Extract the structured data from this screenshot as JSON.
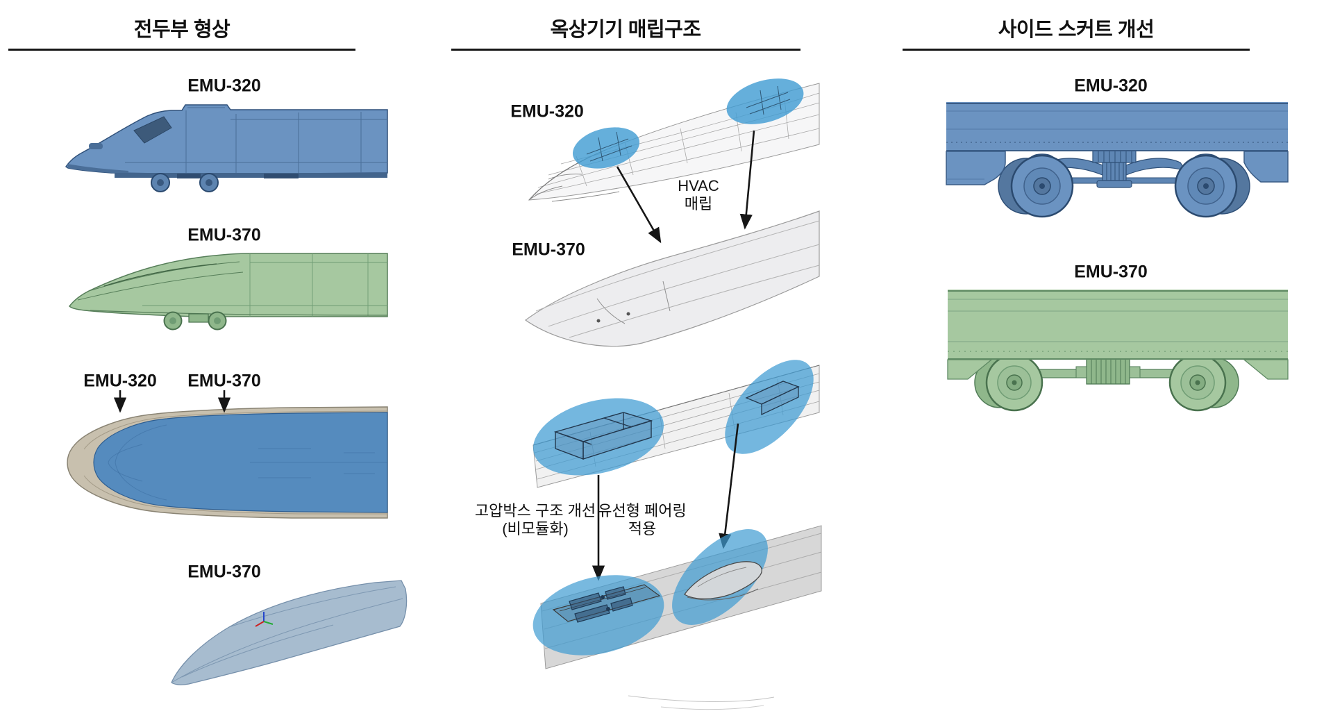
{
  "header": {
    "col1": "전두부 형상",
    "col2": "옥상기기 매립구조",
    "col3": "사이드 스커트 개선"
  },
  "col1": {
    "label_top": "EMU-320",
    "label_mid": "EMU-370",
    "pair_left": "EMU-320",
    "pair_right": "EMU-370",
    "label_bottom": "EMU-370"
  },
  "col2": {
    "label_emu320": "EMU-320",
    "label_emu370": "EMU-370",
    "hvac": "HVAC\n매립",
    "hv_box": "고압박스 구조 개선\n(비모듈화)",
    "fairing": "유선형 페어링\n적용"
  },
  "col3": {
    "label_emu320": "EMU-320",
    "label_emu370": "EMU-370"
  },
  "colors": {
    "highlight_blue": "#3E9BD2",
    "train_blue": "#6B93C1",
    "train_blue_dark": "#2F5078",
    "train_green": "#A6C8A0",
    "train_green_dark": "#49724E",
    "emu320_plan_tan": "#C8C0AE",
    "emu370_plan_blue": "#4F88BF",
    "nose3d_bluegray": "#A7BCCF",
    "wireframe_gray": "#9A9A9A",
    "smooth_gray": "#EDEDEF",
    "text": "#111111"
  }
}
